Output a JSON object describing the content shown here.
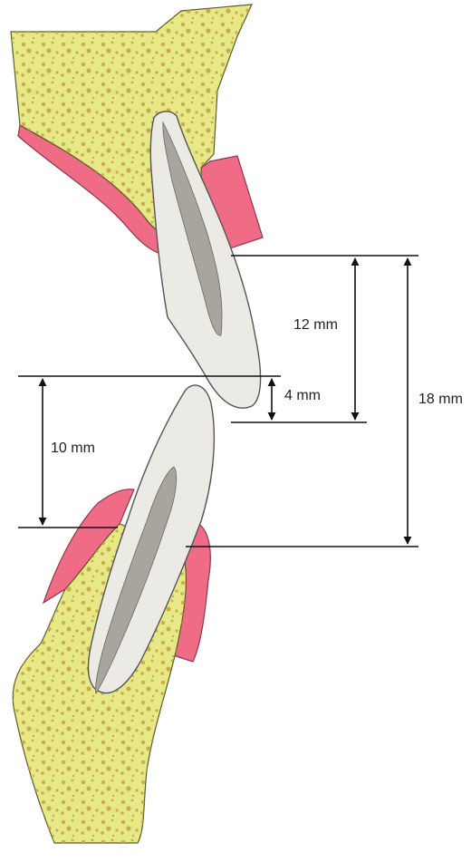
{
  "measurements": [
    {
      "id": "upper-crown-height",
      "label": "12 mm"
    },
    {
      "id": "overlap",
      "label": "4 mm"
    },
    {
      "id": "lower-crown-height",
      "label": "10 mm"
    },
    {
      "id": "total-height",
      "label": "18 mm"
    }
  ],
  "colors": {
    "bone": "#e6e985",
    "bone_outline": "#5c5a2a",
    "bone_pores": "#c8a44a",
    "gingiva": "#ef6b86",
    "gingiva_outline": "#8a3a4a",
    "tooth": "#ebeae4",
    "tooth_outline": "#555555",
    "pulp": "#a7a59c",
    "line": "#111111"
  }
}
